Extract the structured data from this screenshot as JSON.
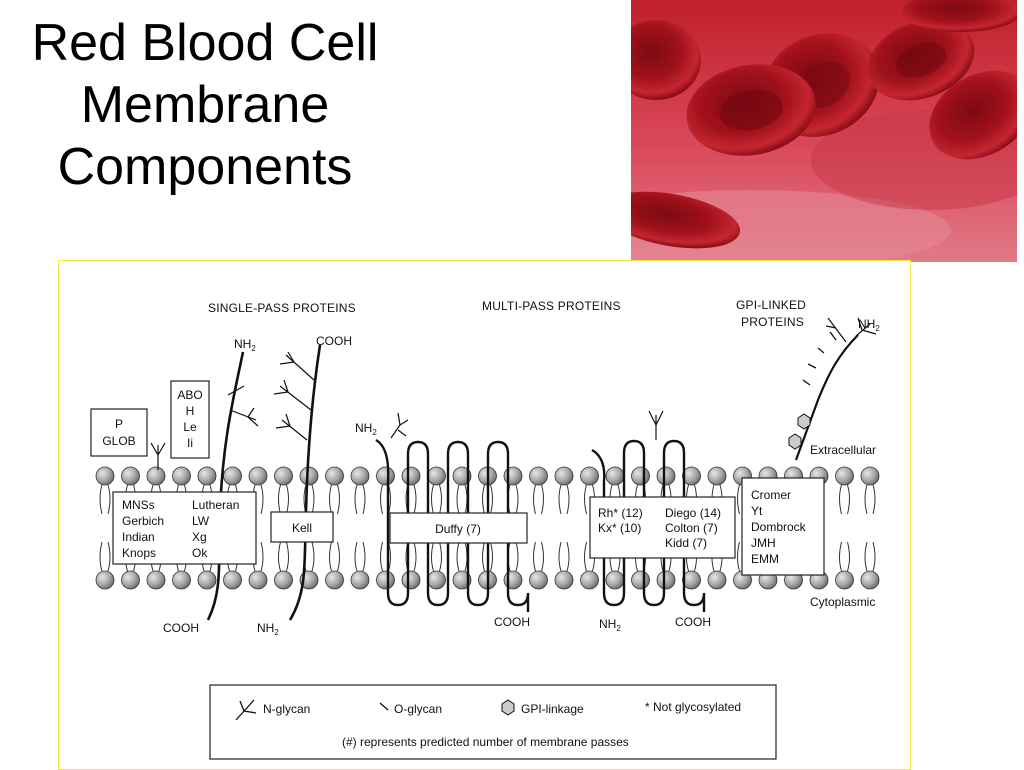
{
  "slide": {
    "title_lines": [
      "Red Blood Cell",
      "Membrane",
      "Components"
    ]
  },
  "diagram": {
    "headers": {
      "single_pass": "SINGLE-PASS PROTEINS",
      "multi_pass": "MULTI-PASS PROTEINS",
      "gpi_line1": "GPI-LINKED",
      "gpi_line2": "PROTEINS"
    },
    "labels": {
      "extracellular": "Extracellular",
      "cytoplasmic": "Cytoplasmic",
      "nh2": "NH",
      "sub2": "2",
      "cooh": "COOH"
    },
    "boxes": {
      "p_glob": [
        "P",
        "GLOB"
      ],
      "abo": [
        "ABO",
        "H",
        "Le",
        "Ii"
      ],
      "mnss_left": [
        "MNSs",
        "Gerbich",
        "Indian",
        "Knops"
      ],
      "mnss_right": [
        "Lutheran",
        "LW",
        "Xg",
        "Ok"
      ],
      "kell": "Kell",
      "duffy": "Duffy (7)",
      "rh_left": [
        "Rh* (12)",
        "Kx* (10)"
      ],
      "rh_right": [
        "Diego (14)",
        "Colton (7)",
        "Kidd (7)"
      ],
      "cromer": [
        "Cromer",
        "Yt",
        "Dombrock",
        "JMH",
        "EMM"
      ]
    },
    "legend": {
      "n_glycan": "N-glycan",
      "o_glycan": "O-glycan",
      "gpi_linkage": "GPI-linkage",
      "not_glycosylated": "* Not glycosylated",
      "note": "(#) represents predicted number of membrane passes"
    }
  },
  "colors": {
    "blood_red": "#b3121c",
    "membrane_gray": "#9a9a9a",
    "frame_yellow": "#f0e84a"
  }
}
